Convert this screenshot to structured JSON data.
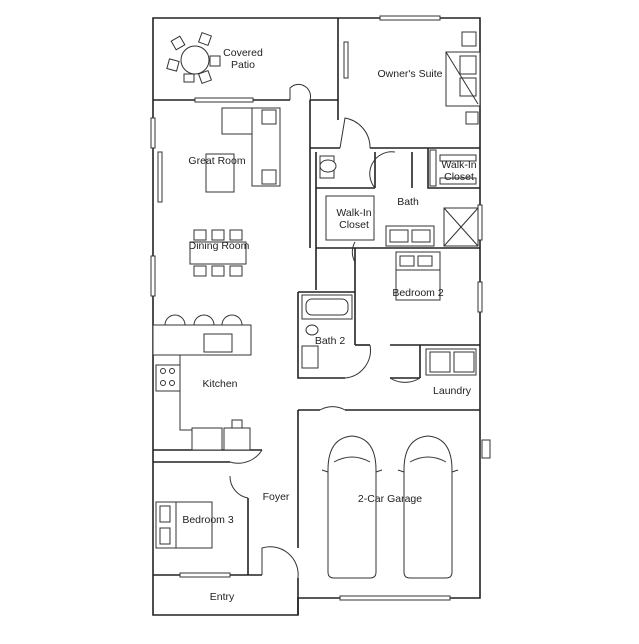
{
  "rooms": {
    "covered_patio_line1": "Covered",
    "covered_patio_line2": "Patio",
    "owners_suite": "Owner's Suite",
    "great_room": "Great Room",
    "walkin_closet_a_line1": "Walk-In",
    "walkin_closet_a_line2": "Closet",
    "walkin_closet_b_line1": "Walk-In",
    "walkin_closet_b_line2": "Closet",
    "bath": "Bath",
    "dining_room": "Dining Room",
    "bedroom_2": "Bedroom 2",
    "bath_2": "Bath 2",
    "kitchen": "Kitchen",
    "laundry": "Laundry",
    "foyer": "Foyer",
    "garage": "2-Car Garage",
    "bedroom_3": "Bedroom 3",
    "entry": "Entry"
  },
  "colors": {
    "wall": "#222222",
    "background": "#ffffff"
  }
}
